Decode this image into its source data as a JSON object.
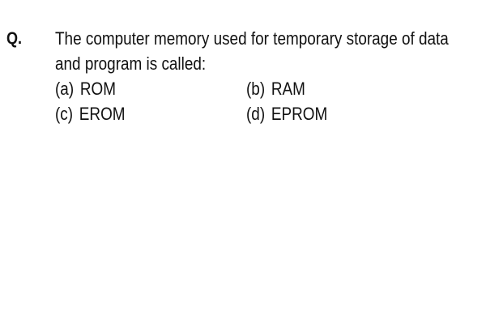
{
  "question": {
    "label": "Q.",
    "text_line_1": "The computer memory used for temporary storage of data",
    "text_line_2": "and program is called:",
    "options": [
      {
        "letter": "(a)",
        "text": "ROM"
      },
      {
        "letter": "(b)",
        "text": "RAM"
      },
      {
        "letter": "(c)",
        "text": "EROM"
      },
      {
        "letter": "(d)",
        "text": "EPROM"
      }
    ]
  }
}
